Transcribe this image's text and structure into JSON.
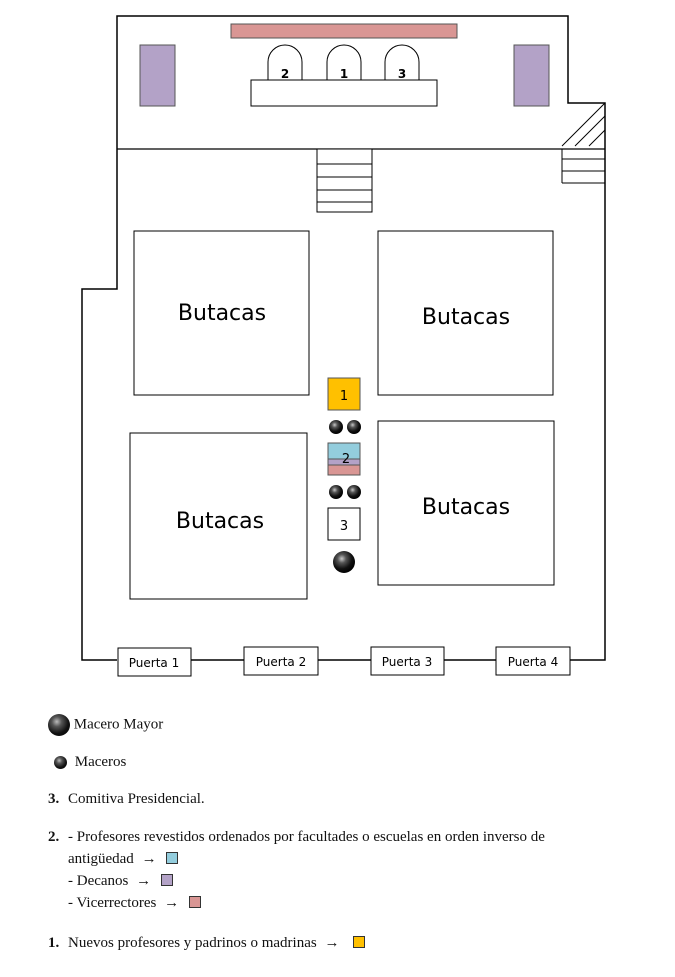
{
  "plan": {
    "butacas": [
      "Butacas",
      "Butacas",
      "Butacas",
      "Butacas"
    ],
    "doors": [
      "Puerta 1",
      "Puerta 2",
      "Puerta 3",
      "Puerta 4"
    ],
    "stage_seats": [
      "2",
      "1",
      "3"
    ],
    "aisle_blocks": [
      "1",
      "2",
      "3"
    ]
  },
  "colors": {
    "vicerrectores": "#d99694",
    "decanos": "#b3a2c7",
    "profesores": "#93cddd",
    "nuevos": "#ffc000"
  },
  "legend": {
    "macero_mayor": "Macero Mayor",
    "maceros": "Maceros",
    "item3_num": "3.",
    "item3_text": "Comitiva Presidencial.",
    "item2_num": "2.",
    "item2_line1": "- Profesores revestidos ordenados por facultades o escuelas en orden inverso de",
    "item2_line2": "antigüedad",
    "item2_decanos": "- Decanos",
    "item2_vicerrectores": "- Vicerrectores",
    "item1_num": "1.",
    "item1_text": "Nuevos profesores y padrinos o madrinas"
  }
}
